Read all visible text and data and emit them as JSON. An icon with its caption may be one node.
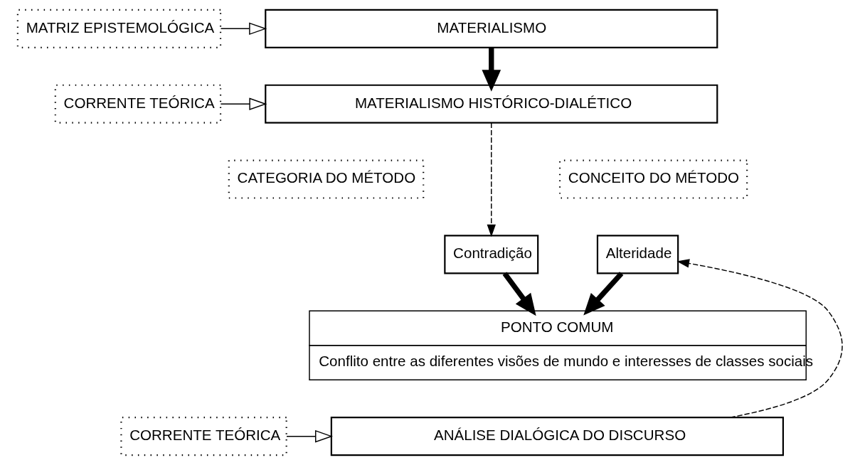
{
  "diagram": {
    "nodes": [
      {
        "text": [
          "MATRIZ EPISTEMOLÓGICA"
        ]
      },
      {
        "text": [
          "MATERIALISMO"
        ]
      },
      {
        "text": [
          "CORRENTE TEÓRICA"
        ]
      },
      {
        "text": [
          "MATERIALISMO HISTÓRICO-DIALÉTICO"
        ]
      },
      {
        "text": [
          "CATEGORIA DO MÉTODO"
        ]
      },
      {
        "text": [
          "CONCEITO DO MÉTODO"
        ]
      },
      {
        "text": [
          "Contradição"
        ]
      },
      {
        "text": [
          "Alteridade"
        ]
      },
      {
        "text": [
          "PONTO COMUM",
          "Conflito entre as diferentes visões de mundo e interesses de classes sociais"
        ]
      },
      {
        "text": [
          "CORRENTE TEÓRICA"
        ]
      },
      {
        "text": [
          "ANÁLISE DIALÓGICA DO DISCURSO"
        ]
      }
    ],
    "edges": [
      {
        "from": 0,
        "to": 1,
        "arrow": "to"
      },
      {
        "from": 1,
        "to": 3,
        "arrow": "to",
        "style": "thick"
      },
      {
        "from": 2,
        "to": 3,
        "arrow": "to"
      },
      {
        "from": 3,
        "to": 6,
        "arrow": "to",
        "style": "dashed"
      },
      {
        "from": 6,
        "to": 8,
        "arrow": "to",
        "style": "thick"
      },
      {
        "from": 7,
        "to": 8,
        "arrow": "to",
        "style": "thick"
      },
      {
        "from": 10,
        "to": 7,
        "arrow": "to",
        "style": "dashed"
      },
      {
        "from": 9,
        "to": 10,
        "arrow": "to"
      }
    ]
  }
}
